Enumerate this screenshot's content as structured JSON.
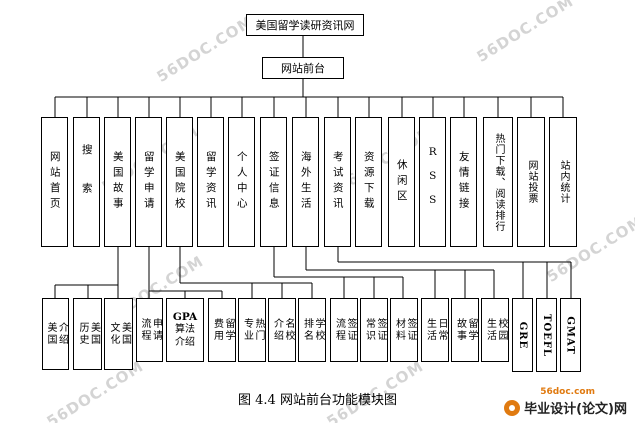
{
  "root": "美国留学读研资讯网",
  "second": "网站前台",
  "top_modules": [
    "网站首页",
    "搜索",
    "美国故事",
    "留学申请",
    "美国院校",
    "留学资讯",
    "个人中心",
    "签证信息",
    "海外生活",
    "考试资讯",
    "资源下载",
    "休闲区",
    "RSS",
    "友情链接",
    "热门下载、阅读排行",
    "网站投票",
    "站内统计"
  ],
  "bottom_modules": [
    "介绍美国",
    "美国历史",
    "美国文化",
    "申请流程",
    "GPA算法介绍",
    "留学费用",
    "热门专业",
    "名校介绍",
    "学校排名",
    "签证流程",
    "签证常识",
    "签证材料",
    "日常生活",
    "留学故事",
    "校园生活"
  ],
  "exam_modules": [
    "GRE",
    "TOEFL",
    "GMAT"
  ],
  "caption": "图 4.4  网站前台功能模块图",
  "watermark": "56DOC.COM",
  "brand": {
    "url": "56doc.com",
    "name": "毕业设计(论文)网",
    "accent": "#e07a10"
  }
}
